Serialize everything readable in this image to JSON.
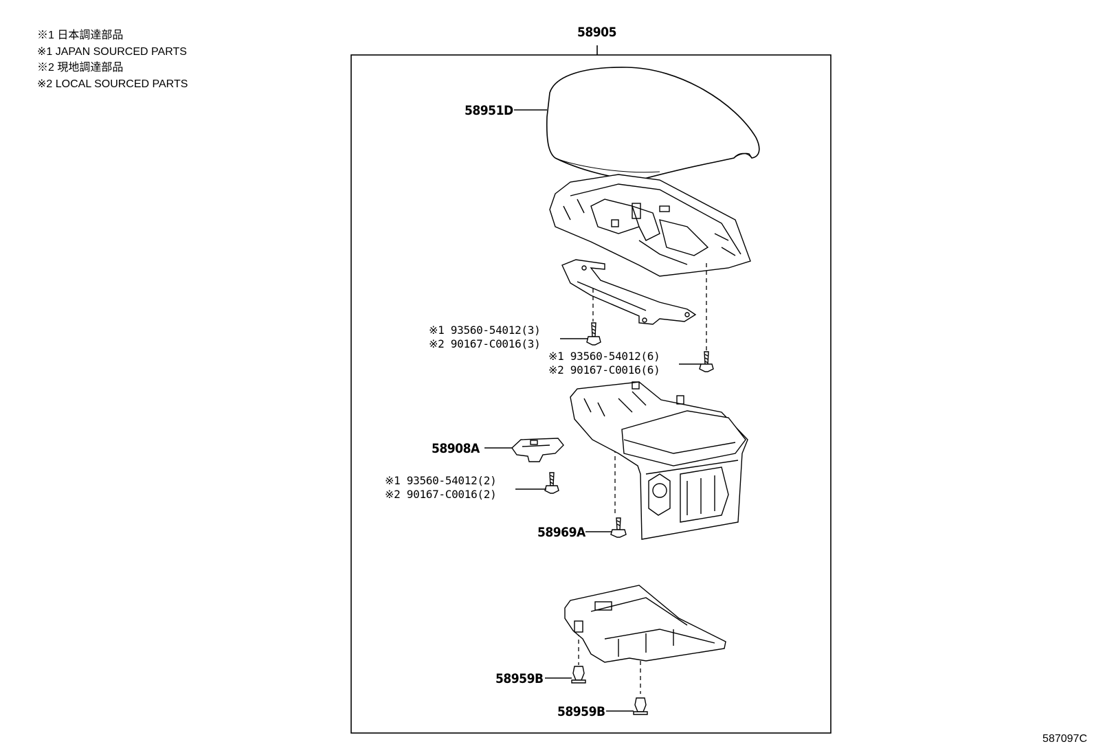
{
  "legend": [
    "※1 日本調達部品",
    "※1 JAPAN SOURCED PARTS",
    "※2 現地調達部品",
    "※2 LOCAL SOURCED PARTS"
  ],
  "assembly_label": "58905",
  "parts": {
    "lid": "58951D",
    "clip": "58908A",
    "screw_center": "58969A",
    "clip_b1": "58959B",
    "clip_b2": "58959B"
  },
  "screw_groups": {
    "group3": {
      "line1": "※1 93560-54012(3)",
      "line2": "※2 90167-C0016(3)"
    },
    "group6": {
      "line1": "※1 93560-54012(6)",
      "line2": "※2 90167-C0016(6)"
    },
    "group2": {
      "line1": "※1 93560-54012(2)",
      "line2": "※2 90167-C0016(2)"
    }
  },
  "drawing_code": "587097C"
}
